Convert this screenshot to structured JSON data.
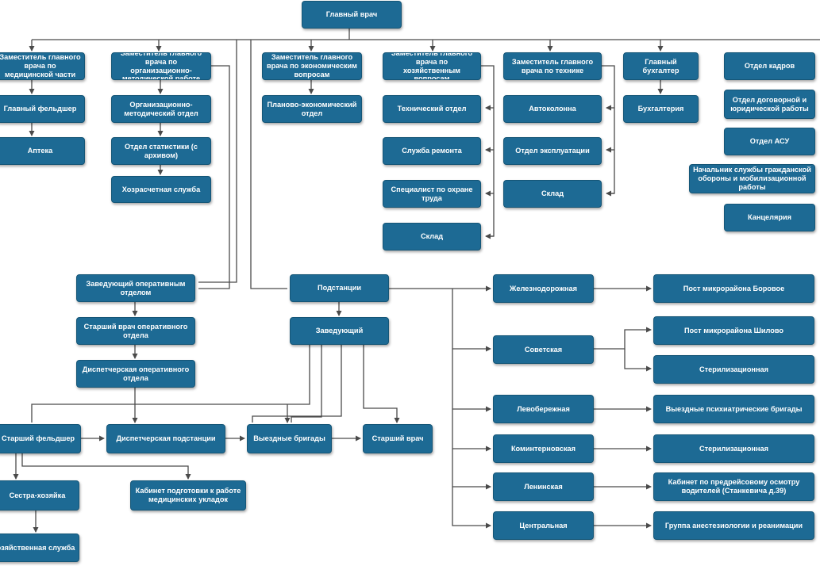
{
  "colors": {
    "box_fill": "#1d6a94",
    "connector": "#4a4a4a",
    "background": "#ffffff"
  },
  "nodes": {
    "head": "Главный врач",
    "dep_med": "Заместитель главного врача по медицинской части",
    "head_feldsher": "Главный фельдшер",
    "pharmacy": "Аптека",
    "dep_org": "Заместитель главного врача по организационно-методической работе",
    "org_method": "Организационно-методический отдел",
    "stat_dept": "Отдел статистики (с архивом)",
    "self_support": "Хозрасчетная служба",
    "dep_econ": "Заместитель главного врача по экономическим вопросам",
    "plan_econ": "Планово-экономический отдел",
    "dep_house": "Заместитель главного врача по хозяйственным вопросам",
    "tech_dept": "Технический отдел",
    "repair": "Служба ремонта",
    "safety": "Специалист по охране труда",
    "warehouse1": "Склад",
    "dep_tech": "Заместитель главного врача по технике",
    "motor": "Автоколонна",
    "exploit": "Отдел эксплуатации",
    "warehouse2": "Склад",
    "chief_acc": "Главный бухгалтер",
    "accounting": "Бухгалтерия",
    "hr": "Отдел кадров",
    "legal": "Отдел договорной и юридической работы",
    "asu": "Отдел АСУ",
    "civil": "Начальник службы гражданской обороны и мобилизационной работы",
    "office": "Канцелярия",
    "op_head": "Заведующий оперативным отделом",
    "senior_op": "Старший врач оперативного отдела",
    "dispatch_op": "Диспетчерская оперативного отдела",
    "substations": "Подстанции",
    "manager": "Заведующий",
    "senior_feldsher": "Старший фельдшер",
    "dispatch_sub": "Диспетчерская подстанции",
    "brigades": "Выездные бригады",
    "senior_doctor": "Старший врач",
    "nurse_house": "Сестра-хозяйка",
    "prep_room": "Кабинет подготовки к работе медицинских укладок",
    "household": "Хозяйственная служба",
    "railway": "Железнодорожная",
    "sovetskaya": "Советская",
    "levober": "Левобережная",
    "komintern": "Коминтерновская",
    "leninskaya": "Ленинская",
    "central": "Центральная",
    "post_borovoe": "Пост микрорайона Боровое",
    "post_shilovo": "Пост микрорайона Шилово",
    "steril1": "Стерилизационная",
    "psych": "Выездные психиатрические бригады",
    "steril2": "Стерилизационная",
    "cabinet_driver": "Кабинет по предрейсовому осмотру водителей (Станкевича д.39)",
    "anesth": "Группа анестезиологии и реанимации"
  }
}
